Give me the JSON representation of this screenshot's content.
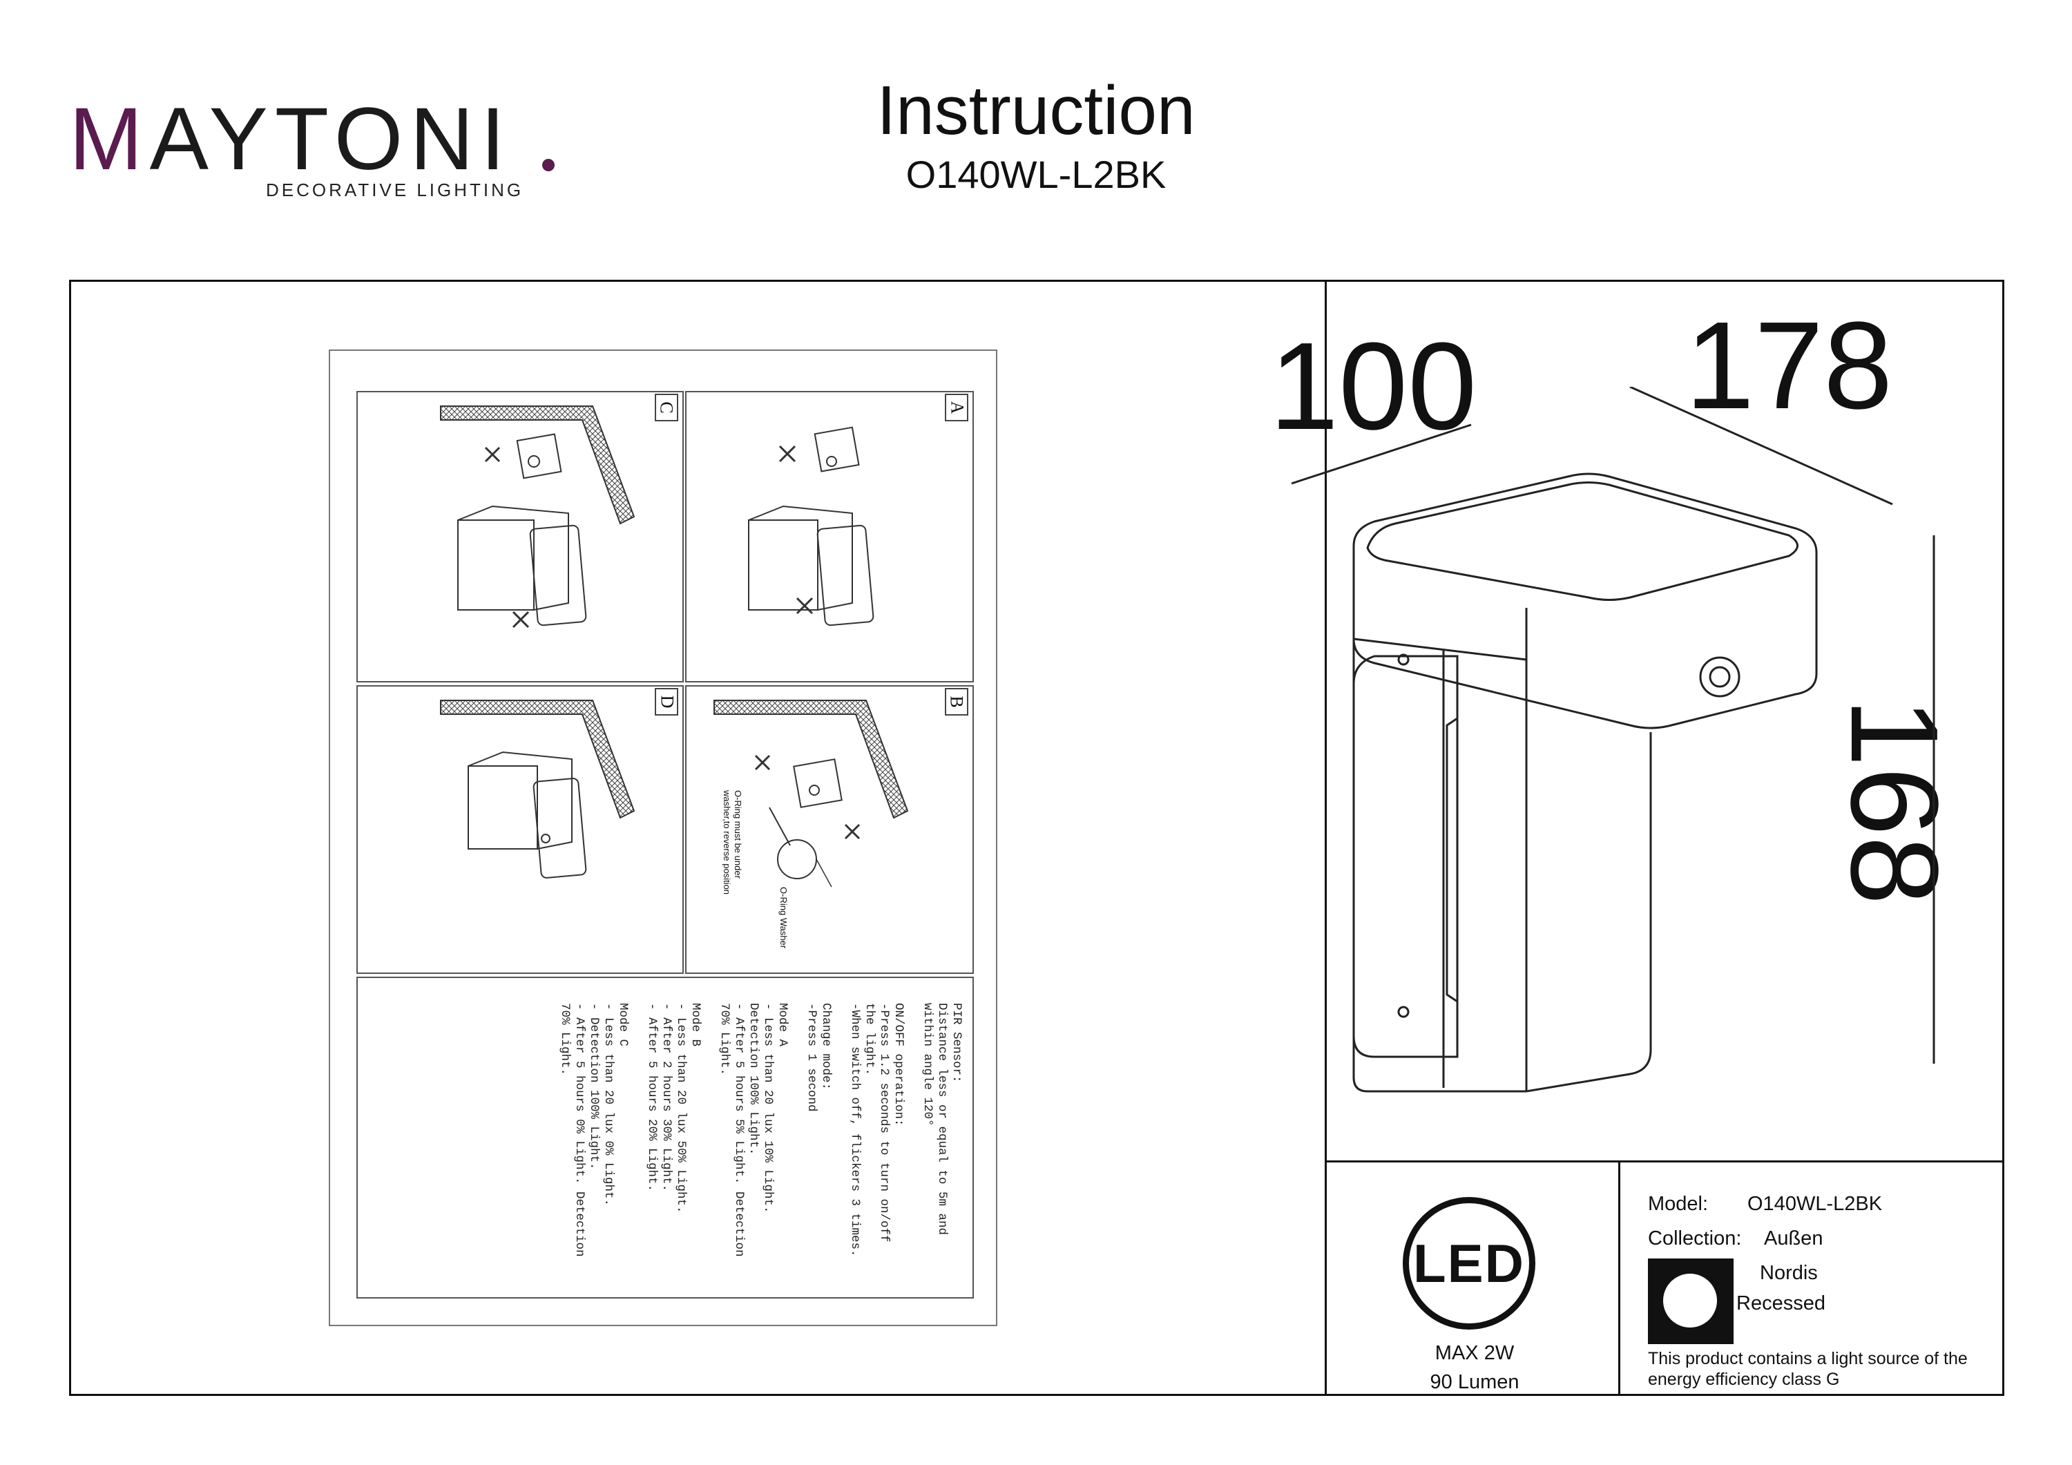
{
  "brand": {
    "logo_text": "MAYTONI",
    "subtitle": "DECORATIVE LIGHTING",
    "accent_color": "#5a1b4f"
  },
  "header": {
    "title": "Instruction",
    "model": "O140WL-L2BK"
  },
  "steps": [
    {
      "label": "C"
    },
    {
      "label": "A"
    },
    {
      "label": "D"
    },
    {
      "label": "B"
    }
  ],
  "callouts": {
    "oring": "O-Ring",
    "washer": "Washer",
    "oring_note_1": "O-Ring must be under",
    "oring_note_2": "washer,to reverse position"
  },
  "pir_text": [
    "PIR Sensor:",
    "Distance less or equal to 5m and",
    "within angle 120°",
    "",
    "ON/OFF operation:",
    "-Press 1.2 seconds to turn on/off",
    "the light.",
    "-When switch off, flickers 3 times.",
    "",
    "Change mode:",
    "-Press 1 second",
    "",
    "Mode A",
    "- Less than 20 lux 10% Light.",
    "Detection 100% Light.",
    "- After 5 hours 5% Light. Detection",
    "70% Light.",
    "",
    "Mode B",
    "- Less than 20 lux 50% Light.",
    "- After 2 hours 30% Light.",
    "- After 5 hours 20% Light.",
    "",
    "Mode C",
    "- Less than 20 lux 0% Light.",
    "- Detection 100% Light.",
    "- After 5 hours 0% Light. Detection",
    "70% Light."
  ],
  "dimensions": {
    "depth": "100",
    "width": "178",
    "height": "168"
  },
  "specs": {
    "led_label": "LED",
    "power": "MAX 2W",
    "lumen": "90 Lumen",
    "model_label": "Model:",
    "model_value": "O140WL-L2BK",
    "collection_label": "Collection:",
    "collection_value": "Außen",
    "series": "Nordis",
    "mount": "Recessed",
    "energy_line_1": "This product contains a light source of the",
    "energy_line_2": "energy efficiency class G"
  }
}
